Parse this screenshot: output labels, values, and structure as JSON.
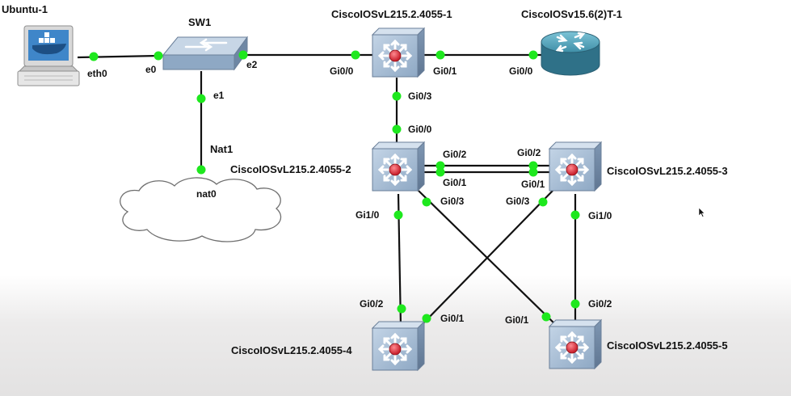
{
  "colors": {
    "link": "#111111",
    "port_up": "#1ee81e",
    "switch_face": "#a9bfd6",
    "router_face": "#3f8fa8",
    "node_center": "#e0303c",
    "background": "#ffffff"
  },
  "nodes": {
    "ubuntu": {
      "label": "Ubuntu-1",
      "icon": "docker-host-icon"
    },
    "sw1": {
      "label": "SW1",
      "icon": "ethernet-switch-icon"
    },
    "nat1": {
      "label": "Nat1",
      "icon": "nat-cloud-icon",
      "inner_label": "nat0"
    },
    "l2_1": {
      "label": "CiscoIOSvL215.2.4055-1",
      "icon": "multilayer-switch-icon"
    },
    "router": {
      "label": "CiscoIOSv15.6(2)T-1",
      "icon": "router-icon"
    },
    "l2_2": {
      "label": "CiscoIOSvL215.2.4055-2",
      "icon": "multilayer-switch-icon"
    },
    "l2_3": {
      "label": "CiscoIOSvL215.2.4055-3",
      "icon": "multilayer-switch-icon"
    },
    "l2_4": {
      "label": "CiscoIOSvL215.2.4055-4",
      "icon": "multilayer-switch-icon"
    },
    "l2_5": {
      "label": "CiscoIOSvL215.2.4055-5",
      "icon": "multilayer-switch-icon"
    }
  },
  "links": [
    {
      "a": "ubuntu",
      "a_port": "eth0",
      "b": "sw1",
      "b_port": "e0"
    },
    {
      "a": "sw1",
      "a_port": "e2",
      "b": "l2_1",
      "b_port": "Gi0/0"
    },
    {
      "a": "sw1",
      "a_port": "e1",
      "b": "nat1",
      "b_port": "nat0"
    },
    {
      "a": "l2_1",
      "a_port": "Gi0/1",
      "b": "router",
      "b_port": "Gi0/0"
    },
    {
      "a": "l2_1",
      "a_port": "Gi0/3",
      "b": "l2_2",
      "b_port": "Gi0/0"
    },
    {
      "a": "l2_2",
      "a_port": "Gi0/2",
      "b": "l2_3",
      "b_port": "Gi0/2"
    },
    {
      "a": "l2_2",
      "a_port": "Gi0/1",
      "b": "l2_3",
      "b_port": "Gi0/1"
    },
    {
      "a": "l2_2",
      "a_port": "Gi1/0",
      "b": "l2_4",
      "b_port": "Gi0/2"
    },
    {
      "a": "l2_2",
      "a_port": "Gi0/3",
      "b": "l2_5",
      "b_port": "Gi0/1"
    },
    {
      "a": "l2_3",
      "a_port": "Gi0/3",
      "b": "l2_4",
      "b_port": "Gi0/1"
    },
    {
      "a": "l2_3",
      "a_port": "Gi1/0",
      "b": "l2_5",
      "b_port": "Gi0/2"
    }
  ],
  "ports": {
    "ubuntu_eth0": "eth0",
    "sw1_e0": "e0",
    "sw1_e2": "e2",
    "sw1_e1": "e1",
    "l2_1_gi00": "Gi0/0",
    "l2_1_gi01": "Gi0/1",
    "router_gi00": "Gi0/0",
    "l2_1_gi03": "Gi0/3",
    "l2_2_gi00": "Gi0/0",
    "l2_2_gi02": "Gi0/2",
    "l2_2_gi01": "Gi0/1",
    "l2_3_gi02": "Gi0/2",
    "l2_3_gi01": "Gi0/1",
    "l2_2_gi10": "Gi1/0",
    "l2_2_gi03": "Gi0/3",
    "l2_3_gi03": "Gi0/3",
    "l2_3_gi10": "Gi1/0",
    "l2_4_gi02": "Gi0/2",
    "l2_4_gi01": "Gi0/1",
    "l2_5_gi01": "Gi0/1",
    "l2_5_gi02": "Gi0/2"
  }
}
